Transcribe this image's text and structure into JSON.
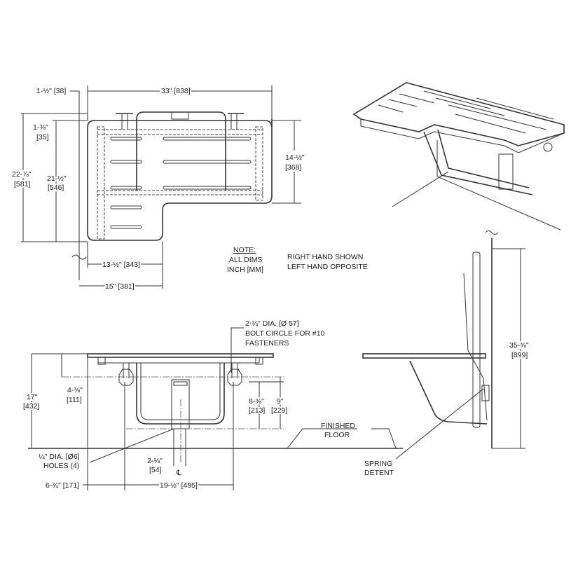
{
  "plan_view": {
    "dim_offset": "1-½\" [38]",
    "dim_width": "33\" [838]",
    "dim_setback_in": "1-⅜\"",
    "dim_setback_mm": "[35]",
    "dim_overall_depth_in": "22-⅞\"",
    "dim_overall_depth_mm": "[581]",
    "dim_depth_in": "21-½\"",
    "dim_depth_mm": "[546]",
    "dim_back_depth_in": "14-½\"",
    "dim_back_depth_mm": "[368]",
    "dim_leg_width": "13-½\" [343]",
    "dim_leg_overall": "15\" [381]"
  },
  "notes": {
    "note_title": "NOTE:",
    "note_line1": "ALL DIMS",
    "note_line2": "INCH [MM]",
    "hand_line1": "RIGHT HAND SHOWN",
    "hand_line2": "LEFT HAND OPPOSITE"
  },
  "front_view": {
    "bolt_line1": "2-¼\" DIA. [Ø 57]",
    "bolt_line2": "BOLT CIRCLE FOR #10",
    "bolt_line3": "FASTENERS",
    "dim_height_in": "17\"",
    "dim_height_mm": "[432]",
    "dim_upper_in": "4-⅜\"",
    "dim_upper_mm": "[111]",
    "dim_mid_in": "8-⅜\"",
    "dim_mid_mm": "[213]",
    "dim_total_in": "9\"",
    "dim_total_mm": "[229]",
    "holes_line1": "¼\" DIA. [Ø6]",
    "holes_line2": "HOLES (4)",
    "dim_bracket_in": "2-⅛\"",
    "dim_bracket_mm": "[54]",
    "centerline": "℄",
    "dim_left": "6-¾\" [171]",
    "dim_span": "19-½\" [495]"
  },
  "side_view": {
    "floor_line1": "FINISHED",
    "floor_line2": "FLOOR",
    "spring_line1": "SPRING",
    "spring_line2": "DETENT",
    "dim_height_in": "35-⅜\"",
    "dim_height_mm": "[899]"
  }
}
